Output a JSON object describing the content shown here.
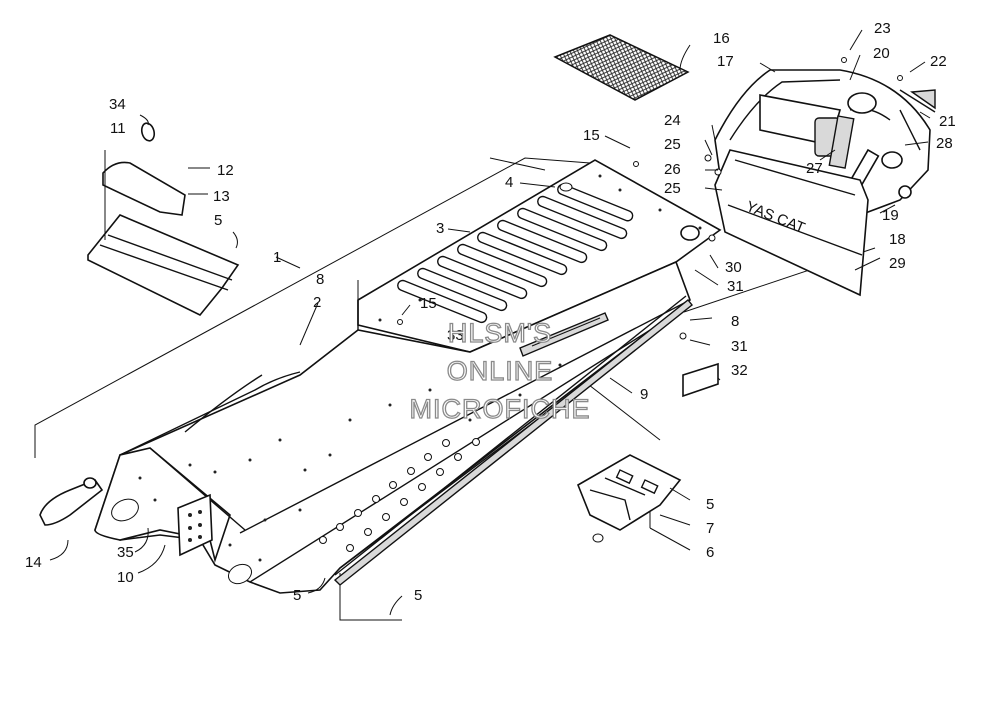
{
  "diagram": {
    "watermark": [
      "HLSM'S",
      "ONLINE",
      "MICROFICHE"
    ],
    "callouts": [
      "1",
      "2",
      "3",
      "4",
      "5",
      "6",
      "7",
      "8",
      "9",
      "10",
      "11",
      "12",
      "13",
      "14",
      "15",
      "16",
      "17",
      "18",
      "19",
      "20",
      "21",
      "22",
      "23",
      "24",
      "25",
      "26",
      "27",
      "28",
      "29",
      "30",
      "31",
      "32",
      "33",
      "34",
      "35"
    ]
  }
}
